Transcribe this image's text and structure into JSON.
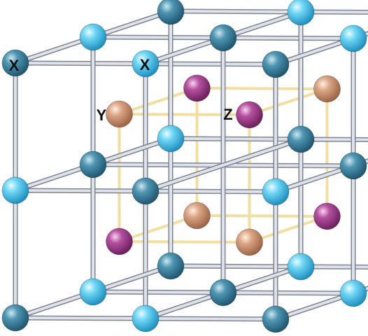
{
  "diagram": {
    "type": "crystal-lattice",
    "labels": {
      "x1": "X",
      "x2": "X",
      "y": "Y",
      "z": "Z"
    },
    "colors": {
      "rod": "#aab0bd",
      "rod_edge": "#7d8493",
      "inner_bond": "#f2dea0",
      "atom_light_blue": "#5fcff0",
      "atom_dark_blue": "#3f8fae",
      "atom_tan": "#d9a482",
      "atom_purple": "#b24c9f",
      "background": "#ffffff"
    }
  }
}
